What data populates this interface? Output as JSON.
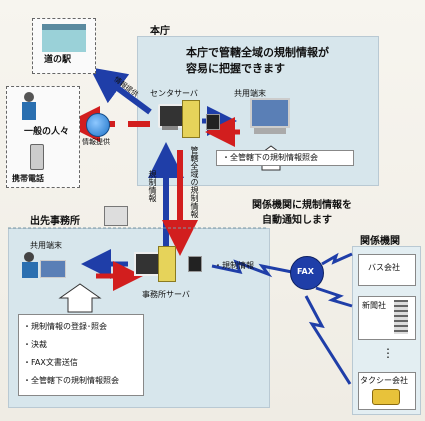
{
  "hq": {
    "title": "本庁",
    "headline_1": "本庁で管轄全域の規制情報が",
    "headline_2": "容易に把握できます",
    "center_server": "センタサーバ",
    "shared_terminal": "共用端末",
    "query_all": "・全管轄下の規制情報照会"
  },
  "left": {
    "michi_no_eki": "道の駅",
    "general_public": "一般の人々",
    "mobile_phone": "携帯電話",
    "info_provision_1": "情報提供",
    "info_provision_2": "情報提供"
  },
  "vertical": {
    "regulation_info": "規制情報",
    "all_regulation": "管轄全域の規制情報"
  },
  "office": {
    "title": "出先事務所",
    "shared_terminal": "共用端末",
    "server": "事務所サーバ",
    "reg_info_label": "・規制情報",
    "items": [
      "・規制情報の登録･照会",
      "・決裁",
      "・FAX文書送信",
      "・全管轄下の規制情報照会"
    ]
  },
  "fax": {
    "notice_1": "関係機関に規制情報を",
    "notice_2": "自動通知します",
    "label": "FAX"
  },
  "agencies": {
    "title": "関係機関",
    "bus": "バス会社",
    "newspaper": "新聞社",
    "dots": "⋮",
    "taxi": "タクシー会社"
  },
  "colors": {
    "arrow_blue": "#1f3ea8",
    "arrow_red": "#d21e1e",
    "panel": "#d7e6ec",
    "globe": "#1e73c8"
  }
}
